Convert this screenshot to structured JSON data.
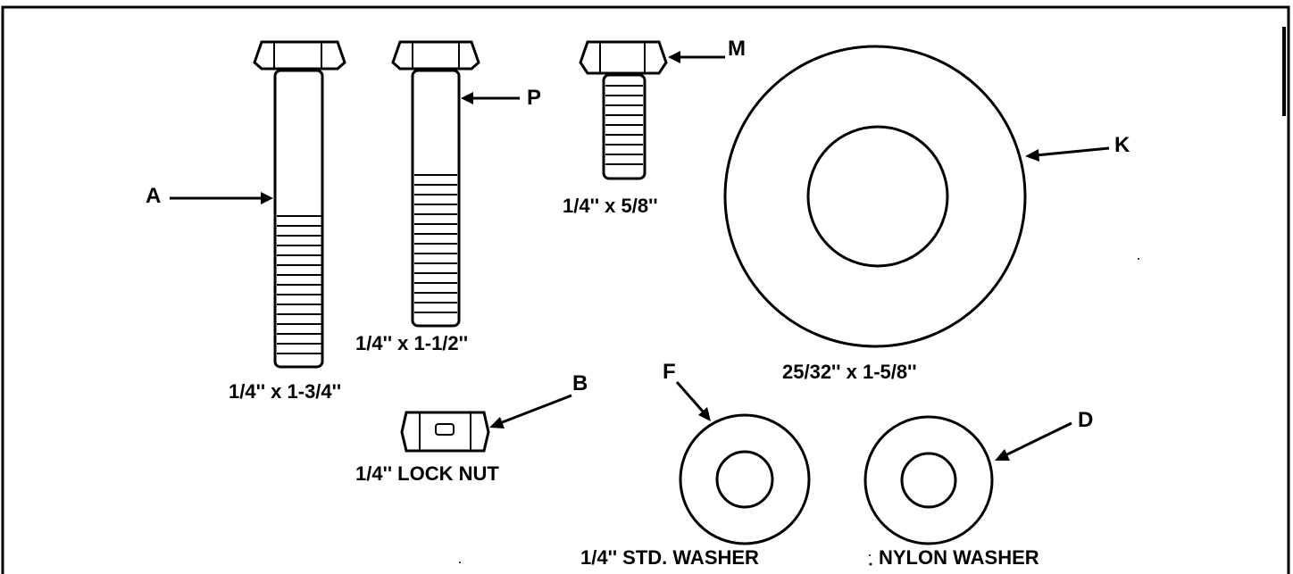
{
  "bolts": {
    "a": {
      "callout": "A",
      "size": "1/4'' x 1-3/4''"
    },
    "p": {
      "callout": "P",
      "size": "1/4'' x 1-1/2''"
    },
    "m": {
      "callout": "M",
      "size": "1/4'' x 5/8''"
    }
  },
  "washers": {
    "k": {
      "callout": "K",
      "size": "25/32'' x 1-5/8''"
    },
    "f": {
      "callout": "F",
      "name": "1/4'' STD. WASHER"
    },
    "d": {
      "callout": "D",
      "name": "NYLON WASHER"
    }
  },
  "nut": {
    "callout": "B",
    "name": "1/4'' LOCK NUT"
  },
  "colors": {
    "ink": "#000000",
    "paper": "#ffffff"
  }
}
